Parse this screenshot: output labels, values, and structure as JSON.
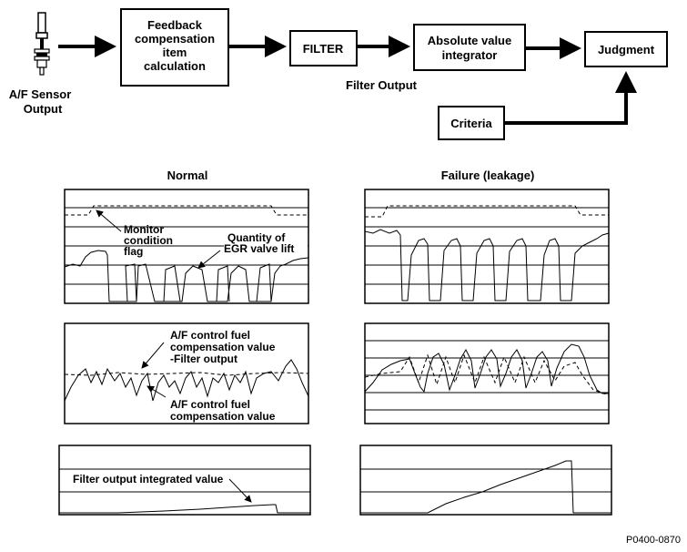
{
  "flow": {
    "sensor_label_1": "A/F Sensor",
    "sensor_label_2": "Output",
    "feedback_1": "Feedback",
    "feedback_2": "compensation",
    "feedback_3": "item",
    "feedback_4": "calculation",
    "filter": "FILTER",
    "filter_output": "Filter Output",
    "integrator_1": "Absolute value",
    "integrator_2": "integrator",
    "judgment": "Judgment",
    "criteria": "Criteria"
  },
  "graphs": {
    "normal_title": "Normal",
    "failure_title": "Failure (leakage)",
    "monitor_1": "Monitor",
    "monitor_2": "condition",
    "monitor_3": "flag",
    "egr_1": "Quantity of",
    "egr_2": "EGR valve lift",
    "af_filter_1": "A/F control fuel",
    "af_filter_2": "compensation value",
    "af_filter_3": "-Filter output",
    "af_value_1": "A/F control fuel",
    "af_value_2": "compensation value",
    "integrated": "Filter output integrated value"
  },
  "figure_id": "P0400-0870"
}
